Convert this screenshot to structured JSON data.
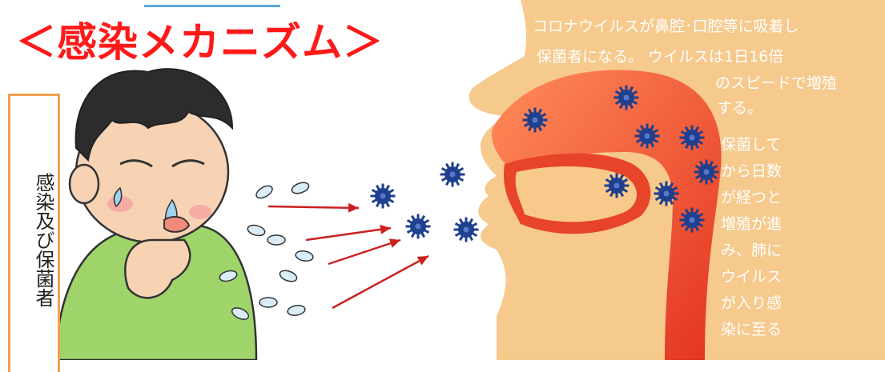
{
  "title": "＜感染メカニズム＞",
  "side_label": "感染及び保菌者",
  "notes": {
    "line1": "コロナウイルスが鼻腔･口腔等に吸着し",
    "line2": "保菌者になる。 ウイルスは1日16倍",
    "line3": "のスピードで増殖",
    "line4": "する。",
    "col": [
      "保菌して",
      "から日数",
      "が経つと",
      "増殖が進",
      "み、肺に",
      "ウイルス",
      "が入り感",
      "染に至る"
    ]
  },
  "colors": {
    "title": "#ff1a1a",
    "virus": "#1f3f8f",
    "arrow": "#cc1f1f",
    "skin": "#f7c98a",
    "inflamed": "#e8442a",
    "shirt": "#9ed46a"
  },
  "icons": {
    "virus": "virus-icon",
    "arrow": "arrow-right-icon",
    "droplet": "droplet-icon"
  }
}
